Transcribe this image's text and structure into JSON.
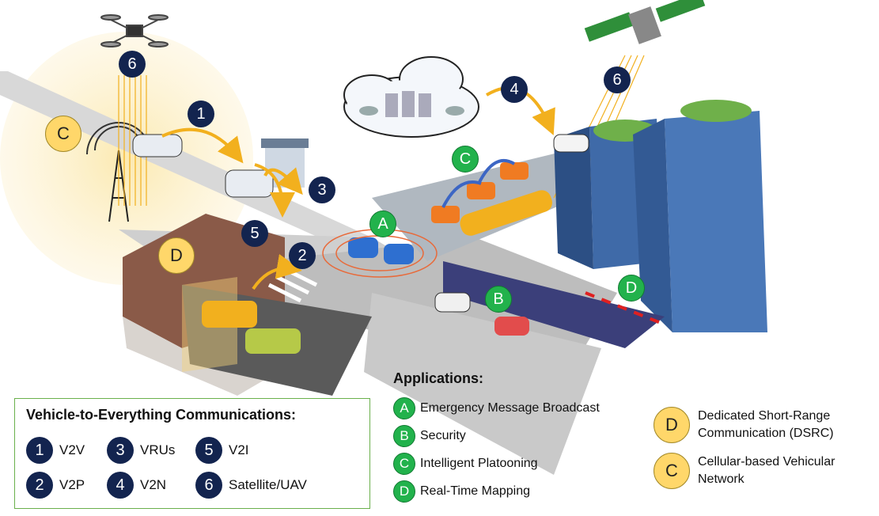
{
  "scene_markers": {
    "v2x": [
      {
        "id": "drone",
        "label": "6"
      },
      {
        "id": "satellite",
        "label": "6"
      },
      {
        "id": "v2v",
        "label": "1"
      },
      {
        "id": "vru",
        "label": "3"
      },
      {
        "id": "v2i",
        "label": "5"
      },
      {
        "id": "v2p",
        "label": "2"
      },
      {
        "id": "v2n",
        "label": "4"
      }
    ],
    "apps": [
      {
        "id": "emergency",
        "label": "A"
      },
      {
        "id": "security",
        "label": "B"
      },
      {
        "id": "platooning",
        "label": "C"
      },
      {
        "id": "mapping",
        "label": "D"
      }
    ],
    "networks": [
      {
        "id": "cellular",
        "label": "C"
      },
      {
        "id": "dsrc",
        "label": "D"
      }
    ]
  },
  "v2x_legend": {
    "title": "Vehicle-to-Everything Communications:",
    "items": [
      {
        "num": "1",
        "label": "V2V"
      },
      {
        "num": "2",
        "label": "V2P"
      },
      {
        "num": "3",
        "label": "VRUs"
      },
      {
        "num": "4",
        "label": "V2N"
      },
      {
        "num": "5",
        "label": "V2I"
      },
      {
        "num": "6",
        "label": "Satellite/UAV"
      }
    ]
  },
  "applications": {
    "title": "Applications:",
    "items": [
      {
        "letter": "A",
        "label": "Emergency Message Broadcast"
      },
      {
        "letter": "B",
        "label": "Security"
      },
      {
        "letter": "C",
        "label": "Intelligent Platooning"
      },
      {
        "letter": "D",
        "label": "Real-Time Mapping"
      }
    ]
  },
  "networks": {
    "items": [
      {
        "letter": "D",
        "label": "Dedicated Short-Range Communication (DSRC)"
      },
      {
        "letter": "C",
        "label": "Cellular-based Vehicular Network"
      }
    ]
  },
  "colors": {
    "navy": "#13244f",
    "green": "#22b24c",
    "yellow": "#ffd76a",
    "arrow": "#f2b01e",
    "legend_border": "#6ab04c"
  }
}
